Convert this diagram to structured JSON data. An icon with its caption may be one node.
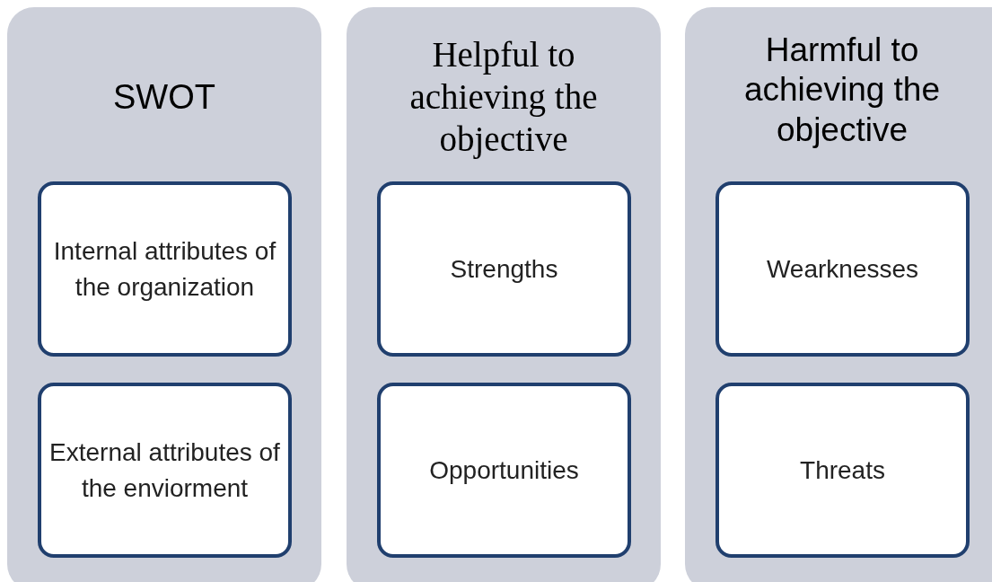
{
  "diagram": {
    "nodes": [
      {
        "text": [
          "SWOT"
        ]
      },
      {
        "text": [
          "Internal attributes of the organization"
        ],
        "in": 0
      },
      {
        "text": [
          "External attributes of the enviorment"
        ],
        "in": 0
      },
      {
        "text": [
          "Helpful to achieving the objective"
        ]
      },
      {
        "text": [
          "Strengths"
        ],
        "in": 3
      },
      {
        "text": [
          "Opportunities"
        ],
        "in": 3
      },
      {
        "text": [
          "Harmful to achieving the objective"
        ]
      },
      {
        "text": [
          "Wearknesses"
        ],
        "in": 6
      },
      {
        "text": [
          "Threats"
        ],
        "in": 6
      }
    ],
    "edges": []
  }
}
